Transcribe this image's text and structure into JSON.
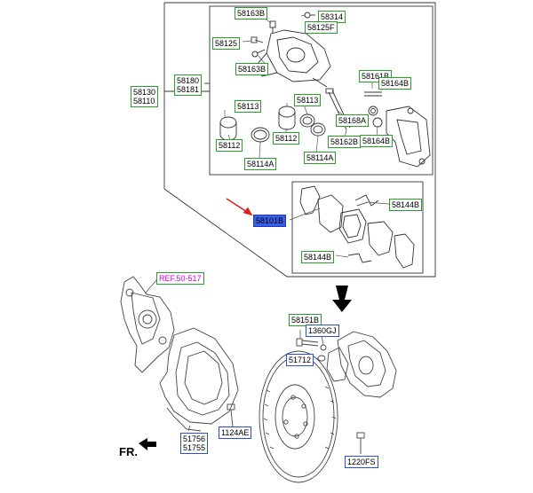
{
  "labels": {
    "l58163B_top": "58163B",
    "l58314": "58314",
    "l58125F": "58125F",
    "l58125": "58125",
    "l58163B_mid": "58163B",
    "l58180": "58180",
    "l58181": "58181",
    "l58130": "58130",
    "l58110": "58110",
    "l58113_left": "58113",
    "l58113_mid": "58113",
    "l58113_right": "58113",
    "l58112_left": "58112",
    "l58112_mid": "58112",
    "l58114A_left": "58114A",
    "l58114A_right": "58114A",
    "l58168A": "58168A",
    "l58162B": "58162B",
    "l58164B_bot": "58164B",
    "l58161B": "58161B",
    "l58164B_top": "58164B",
    "l58101B": "58101B",
    "l58144B_top": "58144B",
    "l58144B_bot": "58144B",
    "ref": "REF.50-517",
    "l58151B": "58151B",
    "l1360GJ": "1360GJ",
    "l51712": "51712",
    "l51756": "51756",
    "l51755": "51755",
    "l1124AE": "1124AE",
    "l1220FS": "1220FS",
    "fr": "FR."
  },
  "colors": {
    "part_box": "#2a9d2a",
    "ref_box": "#2a4fd0",
    "highlight": "#3b5ee8",
    "arrow": "#e02020",
    "ref_text": "#d000d0"
  }
}
